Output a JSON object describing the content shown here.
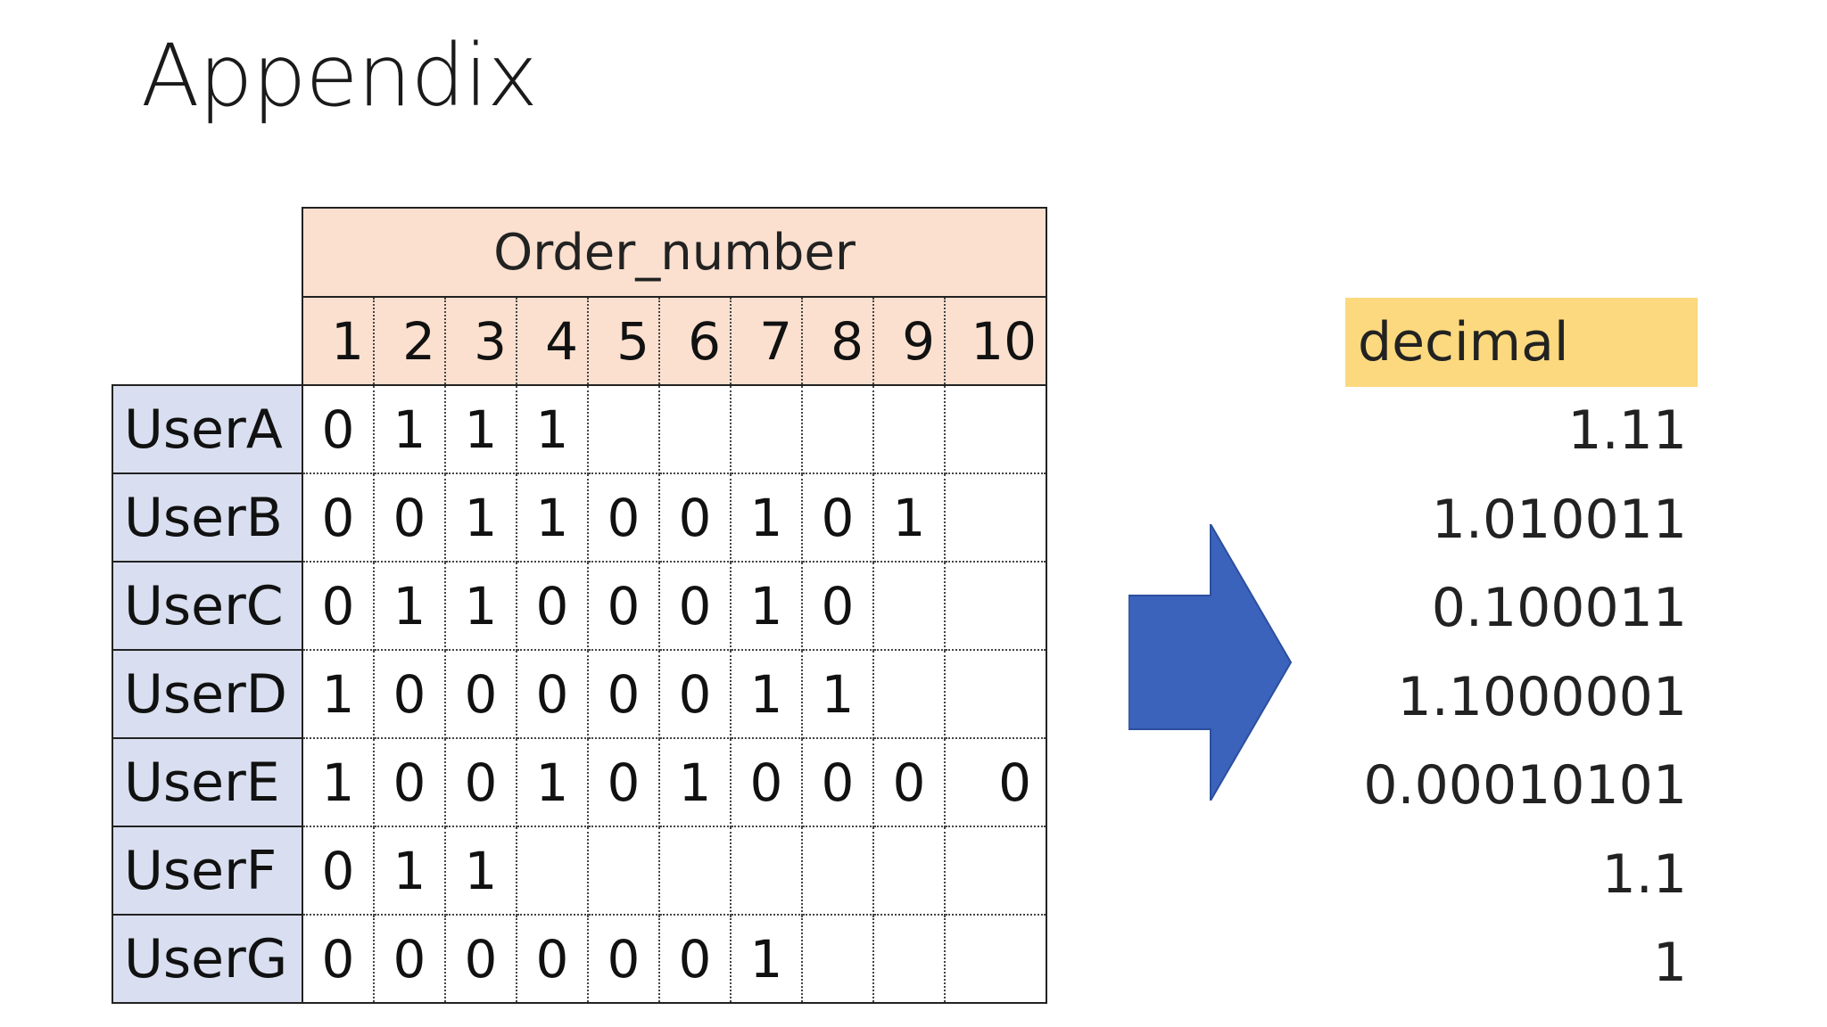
{
  "title": "Appendix",
  "table": {
    "header": "Order_number",
    "columns": [
      "1",
      "2",
      "3",
      "4",
      "5",
      "6",
      "7",
      "8",
      "9",
      "10"
    ],
    "rows": [
      {
        "label": "UserA",
        "cells": [
          "0",
          "1",
          "1",
          "1",
          "",
          "",
          "",
          "",
          "",
          ""
        ]
      },
      {
        "label": "UserB",
        "cells": [
          "0",
          "0",
          "1",
          "1",
          "0",
          "0",
          "1",
          "0",
          "1",
          ""
        ]
      },
      {
        "label": "UserC",
        "cells": [
          "0",
          "1",
          "1",
          "0",
          "0",
          "0",
          "1",
          "0",
          "",
          ""
        ]
      },
      {
        "label": "UserD",
        "cells": [
          "1",
          "0",
          "0",
          "0",
          "0",
          "0",
          "1",
          "1",
          "",
          ""
        ]
      },
      {
        "label": "UserE",
        "cells": [
          "1",
          "0",
          "0",
          "1",
          "0",
          "1",
          "0",
          "0",
          "0",
          "0"
        ]
      },
      {
        "label": "UserF",
        "cells": [
          "0",
          "1",
          "1",
          "",
          "",
          "",
          "",
          "",
          "",
          ""
        ]
      },
      {
        "label": "UserG",
        "cells": [
          "0",
          "0",
          "0",
          "0",
          "0",
          "0",
          "1",
          "",
          "",
          ""
        ]
      }
    ]
  },
  "arrow": {
    "icon": "right-arrow-icon",
    "color": "#3b63bb"
  },
  "decimal": {
    "header": "decimal",
    "values": [
      "1.11",
      "1.010011",
      "0.100011",
      "1.1000001",
      "0.00010101",
      "1.1",
      "1"
    ]
  },
  "colors": {
    "order_header_bg": "#fbe0cf",
    "user_label_bg": "#d9dff0",
    "decimal_header_bg": "#fcd97e"
  }
}
